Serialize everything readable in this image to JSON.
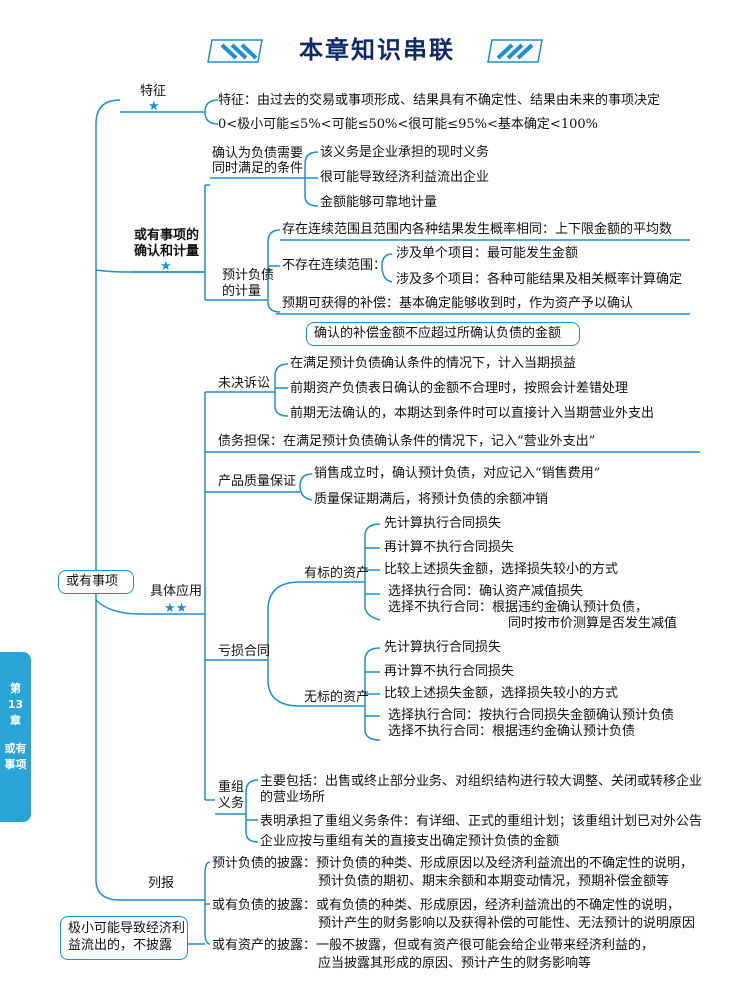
{
  "title": "本章知识串联",
  "chapter_tab": {
    "line1": "第",
    "line2": "13",
    "line3": "章",
    "line4": "或有",
    "line5": "事项"
  },
  "root": "或有事项",
  "features": {
    "label": "特征",
    "star": "★",
    "line1": "特征：由过去的交易或事项形成、结果具有不确定性、结果由未来的事项决定",
    "line2": "0<极小可能≤5%<可能≤50%<很可能≤95%<基本确定<100%"
  },
  "recognition": {
    "label_l1": "或有事项的",
    "label_l2": "确认和计量",
    "star": "★",
    "conditions": {
      "label_l1": "确认为负债需要",
      "label_l2": "同时满足的条件",
      "items": [
        "该义务是企业承担的现时义务",
        "很可能导致经济利益流出企业",
        "金额能够可靠地计量"
      ]
    },
    "measure": {
      "label_l1": "预计负债",
      "label_l2": "的计量",
      "continuous": "存在连续范围且范围内各种结果发生概率相同：上下限金额的平均数",
      "noncontinuous_label": "不存在连续范围：",
      "single": "涉及单个项目：最可能发生金额",
      "multiple": "涉及多个项目：各种可能结果及相关概率计算确定",
      "compensation": "预期可获得的补偿：基本确定能够收到时，作为资产予以确认",
      "note": "确认的补偿金额不应超过所确认负债的金额"
    }
  },
  "application": {
    "label": "具体应用",
    "stars": "★★",
    "litigation": {
      "label": "未决诉讼",
      "items": [
        "在满足预计负债确认条件的情况下，计入当期损益",
        "前期资产负债表日确认的金额不合理时，按照会计差错处理",
        "前期无法确认的，本期达到条件时可以直接计入当期营业外支出"
      ]
    },
    "guarantee": "债务担保：在满足预计负债确认条件的情况下，记入“营业外支出”",
    "warranty": {
      "label": "产品质量保证",
      "items": [
        "销售成立时，确认预计负债，对应记入“销售费用”",
        "质量保证期满后，将预计负债的余额冲销"
      ]
    },
    "onerous": {
      "label": "亏损合同",
      "with_asset": {
        "label": "有标的资产",
        "steps": [
          "先计算执行合同损失",
          "再计算不执行合同损失",
          "比较上述损失金额，选择损失较小的方式"
        ],
        "exec": "选择执行合同：确认资产减值损失",
        "nonexec_l1": "选择不执行合同：根据违约金确认预计负债，",
        "nonexec_l2": "同时按市价测算是否发生减值"
      },
      "without_asset": {
        "label": "无标的资产",
        "steps": [
          "先计算执行合同损失",
          "再计算不执行合同损失",
          "比较上述损失金额，选择损失较小的方式"
        ],
        "exec": "选择执行合同：按执行合同损失金额确认预计负债",
        "nonexec": "选择不执行合同：根据违约金确认预计负债"
      }
    },
    "restructuring": {
      "label_l1": "重组",
      "label_l2": "义务",
      "main_l1": "主要包括：出售或终止部分业务、对组织结构进行较大调整、关闭或转移企业",
      "main_l2": "的营业场所",
      "condition": "表明承担了重组义务条件：有详细、正式的重组计划；该重组计划已对外公告",
      "expense": "企业应按与重组有关的直接支出确定预计负债的金额"
    }
  },
  "disclosure": {
    "label": "列报",
    "liability_l1": "预计负债的披露：预计负债的种类、形成原因以及经济利益流出的不确定性的说明，",
    "liability_l2": "预计负债的期初、期末余额和本期变动情况，预期补偿金额等",
    "contingent_liab_l1": "或有负债的披露：或有负债的种类、形成原因，经济利益流出的不确定性的说明，",
    "contingent_liab_l2": "预计产生的财务影响以及获得补偿的可能性、无法预计的说明原因",
    "contingent_asset_l1": "或有资产的披露：一般不披露，但或有资产很可能会给企业带来经济利益的，",
    "contingent_asset_l2": "应当披露其形成的原因、预计产生的财务影响等",
    "note_l1": "极小可能导致经济利",
    "note_l2": "益流出的，不披露"
  },
  "colors": {
    "line": "#1a8fd6",
    "title": "#0f2a66",
    "tab": "#2aa3d6"
  }
}
